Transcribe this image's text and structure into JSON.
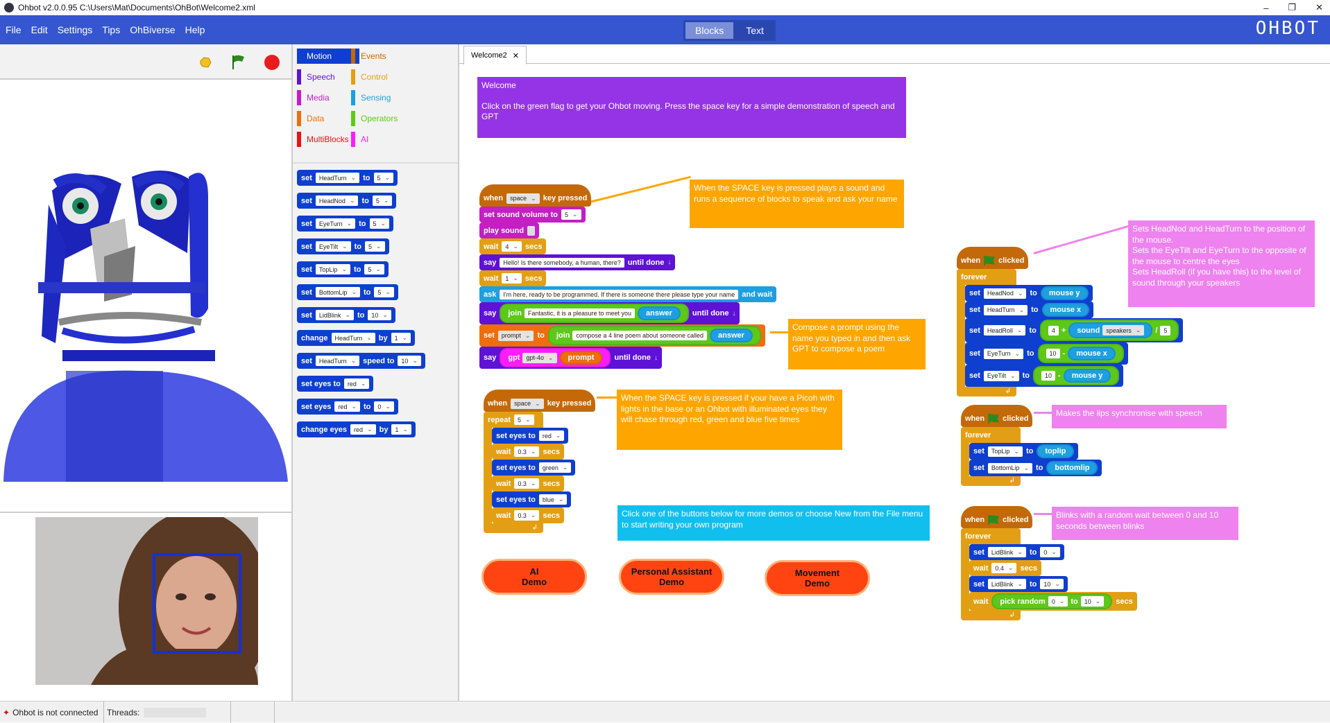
{
  "window": {
    "title": "Ohbot v2.0.0.95 C:\\Users\\Mat\\Documents\\OhBot\\Welcome2.xml",
    "minimize": "–",
    "maximize": "❐",
    "close": "✕"
  },
  "menu": [
    "File",
    "Edit",
    "Settings",
    "Tips",
    "OhBiverse",
    "Help"
  ],
  "mode_tabs": {
    "blocks": "Blocks",
    "text": "Text",
    "active": "Blocks"
  },
  "logo": "OHBOT",
  "colors": {
    "motion": "#0f3fce",
    "events": "#c4690a",
    "control": "#e39f14",
    "speech": "#5e12d6",
    "media": "#c41ec4",
    "sensing": "#1d9fe0",
    "operators": "#5ec81a",
    "data": "#ef6d0c",
    "ai": "#fb1efb",
    "multiblocks": "#f01010",
    "menubar": "#3556d0"
  },
  "categories": [
    {
      "label": "Motion",
      "key": "motion",
      "active": true
    },
    {
      "label": "Events",
      "key": "events"
    },
    {
      "label": "Speech",
      "key": "speech"
    },
    {
      "label": "Control",
      "key": "control"
    },
    {
      "label": "Media",
      "key": "media"
    },
    {
      "label": "Sensing",
      "key": "sensing"
    },
    {
      "label": "Data",
      "key": "data"
    },
    {
      "label": "Operators",
      "key": "operators"
    },
    {
      "label": "MultiBlocks",
      "key": "multiblocks"
    },
    {
      "label": "AI",
      "key": "ai"
    }
  ],
  "palette": [
    {
      "c": "motion",
      "parts": [
        {
          "t": "set"
        },
        {
          "d": "HeadTurn"
        },
        {
          "t": "to"
        },
        {
          "d": "5"
        }
      ]
    },
    {
      "c": "motion",
      "parts": [
        {
          "t": "set"
        },
        {
          "d": "HeadNod"
        },
        {
          "t": "to"
        },
        {
          "d": "5"
        }
      ]
    },
    {
      "c": "motion",
      "parts": [
        {
          "t": "set"
        },
        {
          "d": "EyeTurn"
        },
        {
          "t": "to"
        },
        {
          "d": "5"
        }
      ]
    },
    {
      "c": "motion",
      "parts": [
        {
          "t": "set"
        },
        {
          "d": "EyeTilt"
        },
        {
          "t": "to"
        },
        {
          "d": "5"
        }
      ]
    },
    {
      "c": "motion",
      "parts": [
        {
          "t": "set"
        },
        {
          "d": "TopLip"
        },
        {
          "t": "to"
        },
        {
          "d": "5"
        }
      ]
    },
    {
      "c": "motion",
      "parts": [
        {
          "t": "set"
        },
        {
          "d": "BottomLip"
        },
        {
          "t": "to"
        },
        {
          "d": "5"
        }
      ]
    },
    {
      "c": "motion",
      "parts": [
        {
          "t": "set"
        },
        {
          "d": "LidBlink"
        },
        {
          "t": "to"
        },
        {
          "d": "10"
        }
      ]
    },
    {
      "c": "motion",
      "parts": [
        {
          "t": "change"
        },
        {
          "d": "HeadTurn"
        },
        {
          "t": "by"
        },
        {
          "d": "1"
        }
      ]
    },
    {
      "c": "motion",
      "parts": [
        {
          "t": "set"
        },
        {
          "d": "HeadTurn"
        },
        {
          "t": "speed to"
        },
        {
          "d": "10"
        }
      ]
    },
    {
      "c": "motion",
      "parts": [
        {
          "t": "set eyes to"
        },
        {
          "d": "red"
        }
      ]
    },
    {
      "c": "motion",
      "parts": [
        {
          "t": "set eyes"
        },
        {
          "d": "red"
        },
        {
          "t": "to"
        },
        {
          "d": "0"
        }
      ]
    },
    {
      "c": "motion",
      "parts": [
        {
          "t": "change eyes"
        },
        {
          "d": "red"
        },
        {
          "t": "by"
        },
        {
          "d": "1"
        }
      ]
    }
  ],
  "tab": {
    "label": "Welcome2",
    "close": "✕"
  },
  "scripts": [
    {
      "blocks": [
        {
          "hat": true,
          "c": "events",
          "parts": [
            {
              "t": "when"
            },
            {
              "d": "space",
              "grey": true
            },
            {
              "t": "key pressed"
            }
          ]
        },
        {
          "c": "media",
          "parts": [
            {
              "t": "set sound volume to"
            },
            {
              "d": "5"
            }
          ]
        },
        {
          "c": "media",
          "parts": [
            {
              "t": "play sound"
            },
            {
              "blank": true
            }
          ]
        },
        {
          "c": "control",
          "parts": [
            {
              "t": "wait"
            },
            {
              "d": "4"
            },
            {
              "t": "secs"
            }
          ]
        },
        {
          "c": "speech",
          "parts": [
            {
              "t": "say"
            },
            {
              "i": "Hello! Is there somebody, a human, there?"
            },
            {
              "t": "until done"
            },
            {
              "mic": true
            }
          ]
        },
        {
          "c": "control",
          "parts": [
            {
              "t": "wait"
            },
            {
              "d": "1"
            },
            {
              "t": "secs"
            }
          ]
        },
        {
          "c": "sensing",
          "parts": [
            {
              "t": "ask"
            },
            {
              "i": "I'm here, ready to be programmed. If there is someone there please type your name"
            },
            {
              "t": "and wait"
            }
          ]
        },
        {
          "c": "speech",
          "parts": [
            {
              "t": "say"
            },
            {
              "o": [
                {
                  "t": "join"
                },
                {
                  "i": "Fantastic, it is a pleasure to meet you"
                },
                {
                  "r": "answer",
                  "c": "sensing"
                }
              ],
              "c": "operators"
            },
            {
              "t": "until done"
            },
            {
              "mic": true
            }
          ]
        },
        {
          "c": "data",
          "parts": [
            {
              "t": "set"
            },
            {
              "d": "prompt",
              "grey": true
            },
            {
              "t": "to"
            },
            {
              "o": [
                {
                  "t": "join"
                },
                {
                  "i": "compose a 4 line poem about someone called"
                },
                {
                  "r": "answer",
                  "c": "sensing"
                }
              ],
              "c": "operators"
            }
          ]
        },
        {
          "c": "speech",
          "parts": [
            {
              "t": "say"
            },
            {
              "o": [
                {
                  "t": "gpt"
                },
                {
                  "d": "gpt-4o",
                  "grey": true
                },
                {
                  "r": "prompt",
                  "c": "data"
                }
              ],
              "c": "ai"
            },
            {
              "t": "until done"
            },
            {
              "mic": true
            }
          ]
        }
      ]
    },
    {
      "blocks": [
        {
          "hat": true,
          "c": "events",
          "parts": [
            {
              "t": "when"
            },
            {
              "d": "space",
              "grey": true
            },
            {
              "t": "key pressed"
            }
          ]
        },
        {
          "c": "control",
          "loop": true,
          "parts": [
            {
              "t": "repeat"
            },
            {
              "d": "5"
            }
          ],
          "children": [
            {
              "c": "motion",
              "parts": [
                {
                  "t": "set eyes to"
                },
                {
                  "d": "red"
                }
              ]
            },
            {
              "c": "control",
              "parts": [
                {
                  "t": "wait"
                },
                {
                  "d": "0.3"
                },
                {
                  "t": "secs"
                }
              ]
            },
            {
              "c": "motion",
              "parts": [
                {
                  "t": "set eyes to"
                },
                {
                  "d": "green"
                }
              ]
            },
            {
              "c": "control",
              "parts": [
                {
                  "t": "wait"
                },
                {
                  "d": "0.3"
                },
                {
                  "t": "secs"
                }
              ]
            },
            {
              "c": "motion",
              "parts": [
                {
                  "t": "set eyes to"
                },
                {
                  "d": "blue"
                }
              ]
            },
            {
              "c": "control",
              "parts": [
                {
                  "t": "wait"
                },
                {
                  "d": "0.3"
                },
                {
                  "t": "secs"
                }
              ]
            }
          ]
        }
      ]
    },
    {
      "blocks": [
        {
          "hat": true,
          "c": "events",
          "parts": [
            {
              "t": "when"
            },
            {
              "flag": true
            },
            {
              "t": "clicked"
            }
          ]
        },
        {
          "c": "control",
          "loop": true,
          "parts": [
            {
              "t": "forever"
            }
          ],
          "children": [
            {
              "c": "motion",
              "parts": [
                {
                  "t": "set"
                },
                {
                  "d": "HeadNod"
                },
                {
                  "t": "to"
                },
                {
                  "r": "mouse y",
                  "c": "sensing"
                }
              ]
            },
            {
              "c": "motion",
              "parts": [
                {
                  "t": "set"
                },
                {
                  "d": "HeadTurn"
                },
                {
                  "t": "to"
                },
                {
                  "r": "mouse x",
                  "c": "sensing"
                }
              ]
            },
            {
              "c": "motion",
              "parts": [
                {
                  "t": "set"
                },
                {
                  "d": "HeadRoll"
                },
                {
                  "t": "to"
                },
                {
                  "o": [
                    {
                      "i": "4"
                    },
                    {
                      "t": "+"
                    },
                    {
                      "o": [
                        {
                          "t": "sound"
                        },
                        {
                          "d": "speakers",
                          "grey": true
                        }
                      ],
                      "c": "sensing"
                    },
                    {
                      "t": "/"
                    },
                    {
                      "i": "5"
                    }
                  ],
                  "c": "operators"
                }
              ]
            },
            {
              "c": "motion",
              "parts": [
                {
                  "t": "set"
                },
                {
                  "d": "EyeTurn"
                },
                {
                  "t": "to"
                },
                {
                  "o": [
                    {
                      "i": "10"
                    },
                    {
                      "t": "-"
                    },
                    {
                      "r": "mouse x",
                      "c": "sensing"
                    }
                  ],
                  "c": "operators"
                }
              ]
            },
            {
              "c": "motion",
              "parts": [
                {
                  "t": "set"
                },
                {
                  "d": "EyeTilt"
                },
                {
                  "t": "to"
                },
                {
                  "o": [
                    {
                      "i": "10"
                    },
                    {
                      "t": "-"
                    },
                    {
                      "r": "mouse y",
                      "c": "sensing"
                    }
                  ],
                  "c": "operators"
                }
              ]
            }
          ]
        }
      ]
    },
    {
      "blocks": [
        {
          "hat": true,
          "c": "events",
          "parts": [
            {
              "t": "when"
            },
            {
              "flag": true
            },
            {
              "t": "clicked"
            }
          ]
        },
        {
          "c": "control",
          "loop": true,
          "parts": [
            {
              "t": "forever"
            }
          ],
          "children": [
            {
              "c": "motion",
              "parts": [
                {
                  "t": "set"
                },
                {
                  "d": "TopLip"
                },
                {
                  "t": "to"
                },
                {
                  "r": "toplip",
                  "c": "sensing"
                }
              ]
            },
            {
              "c": "motion",
              "parts": [
                {
                  "t": "set"
                },
                {
                  "d": "BottomLip"
                },
                {
                  "t": "to"
                },
                {
                  "r": "bottomlip",
                  "c": "sensing"
                }
              ]
            }
          ]
        }
      ]
    },
    {
      "blocks": [
        {
          "hat": true,
          "c": "events",
          "parts": [
            {
              "t": "when"
            },
            {
              "flag": true
            },
            {
              "t": "clicked"
            }
          ]
        },
        {
          "c": "control",
          "loop": true,
          "parts": [
            {
              "t": "forever"
            }
          ],
          "children": [
            {
              "c": "motion",
              "parts": [
                {
                  "t": "set"
                },
                {
                  "d": "LidBlink"
                },
                {
                  "t": "to"
                },
                {
                  "d": "0"
                }
              ]
            },
            {
              "c": "control",
              "parts": [
                {
                  "t": "wait"
                },
                {
                  "d": "0.4"
                },
                {
                  "t": "secs"
                }
              ]
            },
            {
              "c": "motion",
              "parts": [
                {
                  "t": "set"
                },
                {
                  "d": "LidBlink"
                },
                {
                  "t": "to"
                },
                {
                  "d": "10"
                }
              ]
            },
            {
              "c": "control",
              "parts": [
                {
                  "t": "wait"
                },
                {
                  "o": [
                    {
                      "t": "pick random"
                    },
                    {
                      "d": "0"
                    },
                    {
                      "t": "to"
                    },
                    {
                      "d": "10"
                    }
                  ],
                  "c": "operators"
                },
                {
                  "t": "secs"
                }
              ]
            }
          ]
        }
      ]
    }
  ],
  "comments": {
    "welcome_title": "Welcome",
    "welcome_body": "Click on the green flag to get your Ohbot moving.  Press the space key for a simple demonstration of speech and GPT",
    "space1": "When the SPACE key is pressed plays a sound and runs a sequence of blocks to speak and ask your name",
    "prompt": "Compose a prompt using the name you typed in and then ask GPT to compose a poem",
    "space2": "When the SPACE key is pressed if your have a Picoh with lights in the base or an Ohbot with illuminated eyes they will chase through red, green and blue five times",
    "buttons_hint": "Click one of the buttons below for more demos or choose New from the File menu to start writing your own program",
    "mouse": "Sets HeadNod and HeadTurn to the position of the mouse.\nSets the EyeTilt and EyeTurn to the opposite of the mouse to centre the eyes\nSets HeadRoll (if you have this) to the level of sound through your speakers",
    "lips": "Makes the lips synchronise with speech",
    "blink": "Blinks with a random wait between 0 and 10 seconds between blinks"
  },
  "demo_buttons": [
    {
      "line1": "AI",
      "line2": "Demo"
    },
    {
      "line1": "Personal Assistant",
      "line2": "Demo"
    },
    {
      "line1": "Movement",
      "line2": "Demo"
    }
  ],
  "status": {
    "connection": "Ohbot is not connected",
    "threads_label": "Threads:"
  }
}
